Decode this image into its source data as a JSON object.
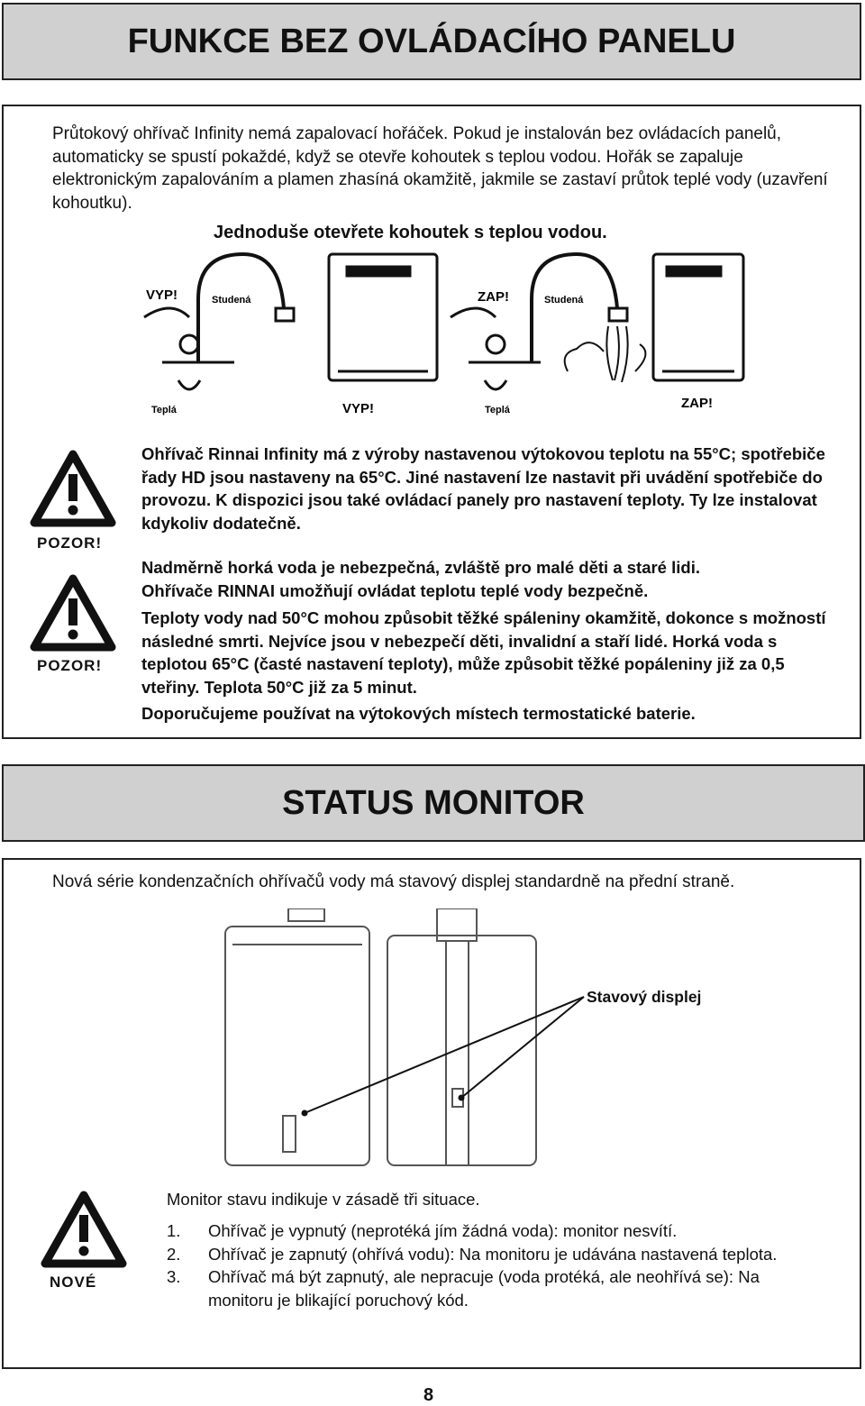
{
  "section1": {
    "title": "FUNKCE BEZ OVLÁDACÍHO PANELU",
    "intro": "Průtokový ohřívač Infinity nemá zapalovací hořáček. Pokud je instalován bez ovládacích panelů, automaticky se spustí pokaždé, když se otevře kohoutek s teplou vodou. Hořák se zapaluje elektronickým zapalováním a plamen zhasíná okamžitě, jakmile se zastaví průtok teplé vody (uzavření kohoutku).",
    "subheading": "Jednoduše otevřete kohoutek s teplou vodou.",
    "figure": {
      "left": {
        "action": "VYP!",
        "cold": "Studená",
        "hot": "Teplá",
        "heater": "VYP!"
      },
      "right": {
        "action": "ZAP!",
        "cold": "Studená",
        "hot": "Teplá",
        "heater": "ZAP!"
      }
    },
    "warning1": {
      "label": "POZOR!",
      "text": "Ohřívač Rinnai Infinity má z výroby nastavenou výtokovou teplotu na 55°C; spotřebiče řady HD jsou nastaveny na 65°C. Jiné nastavení lze nastavit při uvádění spotřebiče do provozu. K dispozici jsou také ovládací panely pro nastavení teploty. Ty lze instalovat kdykoliv dodatečně."
    },
    "warning2": {
      "label": "POZOR!",
      "line1": "Nadměrně horká voda je nebezpečná, zvláště pro malé děti a staré lidi.",
      "line2": "Ohřívače RINNAI umožňují ovládat teplotu teplé vody bezpečně.",
      "para": "Teploty vody nad 50°C mohou způsobit těžké spáleniny okamžitě, dokonce s možností následné smrti. Nejvíce jsou v nebezpečí děti, invalidní a staří lidé. Horká voda s teplotou 65°C (časté nastavení teploty), může způsobit těžké popáleniny již za 0,5 vteřiny. Teplota 50°C již za 5 minut.",
      "recommend": "Doporučujeme používat na výtokových místech termostatické baterie."
    }
  },
  "section2": {
    "title": "STATUS MONITOR",
    "intro": "Nová série kondenzačních ohřívačů vody má stavový displej standardně na přední straně.",
    "callout": "Stavový displej",
    "new_label": "NOVÉ",
    "monitor_intro": "Monitor stavu indikuje v zásadě tři situace.",
    "items": [
      {
        "num": "1.",
        "text": "Ohřívač je vypnutý (neprotéká jím žádná voda): monitor nesvítí."
      },
      {
        "num": "2.",
        "text": "Ohřívač je zapnutý (ohřívá vodu): Na monitoru je udávána nastavená teplota."
      },
      {
        "num": "3.",
        "text": "Ohřívač má být zapnutý, ale nepracuje (voda protéká, ale neohřívá se): Na monitoru je blikající poruchový kód."
      }
    ]
  },
  "page_number": "8"
}
